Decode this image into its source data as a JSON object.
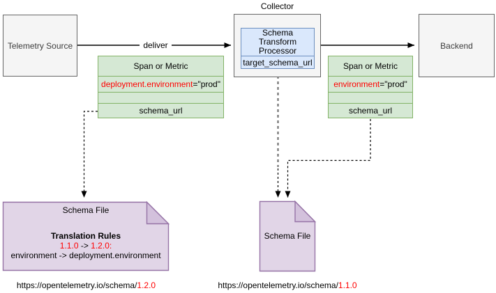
{
  "nodes": {
    "telemetry_source": {
      "label": "Telemetry Source"
    },
    "collector": {
      "label": "Collector"
    },
    "processor": {
      "title": "Schema Transform Processor",
      "field": "target_schema_url"
    },
    "backend": {
      "label": "Backend"
    },
    "span_left": {
      "header": "Span or Metric",
      "attribute_name": "deployment.environment",
      "attribute_value": "=\"prod\"",
      "field": "schema_url"
    },
    "span_right": {
      "header": "Span or Metric",
      "attribute_name": "environment",
      "attribute_value": "=\"prod\"",
      "field": "schema_url"
    },
    "schema_file_left": {
      "title": "Schema File",
      "rules_heading": "Translation Rules",
      "rule_version_from": "1.1.0",
      "rule_arrow": " -> ",
      "rule_version_to": "1.2.0:",
      "rule_body": "environment -> deployment.environment"
    },
    "schema_file_middle": {
      "title": "Schema File"
    }
  },
  "edges": {
    "deliver": {
      "label": "deliver"
    }
  },
  "footer": {
    "url_left": {
      "base": "https://opentelemetry.io/schema/",
      "version": "1.2.0"
    },
    "url_middle": {
      "base": "https://opentelemetry.io/schema/",
      "version": "1.1.0"
    }
  },
  "colors": {
    "red": "#ff0000",
    "green_fill": "#d5e8d4",
    "green_stroke": "#82b366",
    "blue_fill": "#dae8fc",
    "blue_stroke": "#6c8ebf",
    "purple_fill": "#e1d5e7",
    "purple_fold": "#d3c1dc",
    "purple_stroke": "#9673a6",
    "gray_fill": "#f5f5f5",
    "gray_stroke": "#666666"
  }
}
